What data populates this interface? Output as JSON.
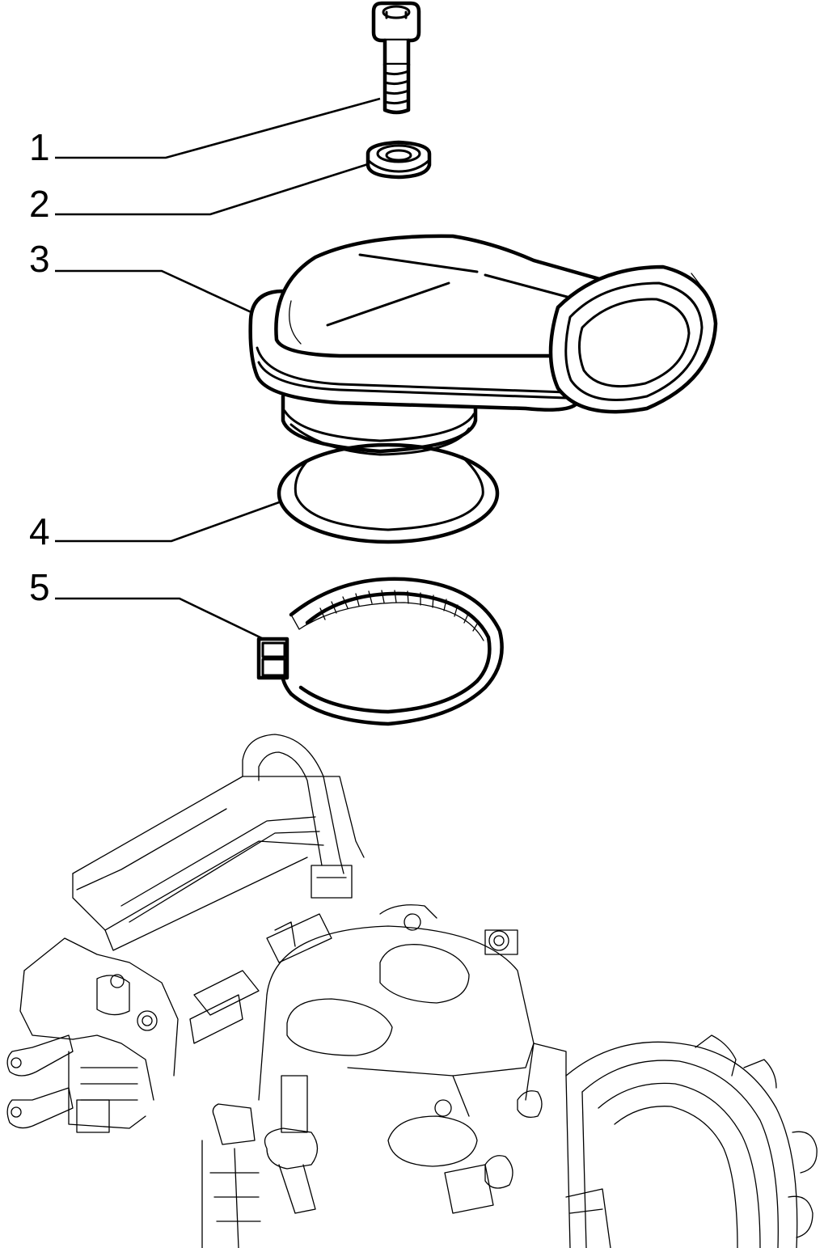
{
  "callouts": [
    {
      "number": "1",
      "part": "screw"
    },
    {
      "number": "2",
      "part": "washer"
    },
    {
      "number": "3",
      "part": "air-intake-elbow"
    },
    {
      "number": "4",
      "part": "o-ring-seal"
    },
    {
      "number": "5",
      "part": "hose-clamp"
    }
  ],
  "colors": {
    "line": "#000000",
    "background": "#ffffff"
  }
}
